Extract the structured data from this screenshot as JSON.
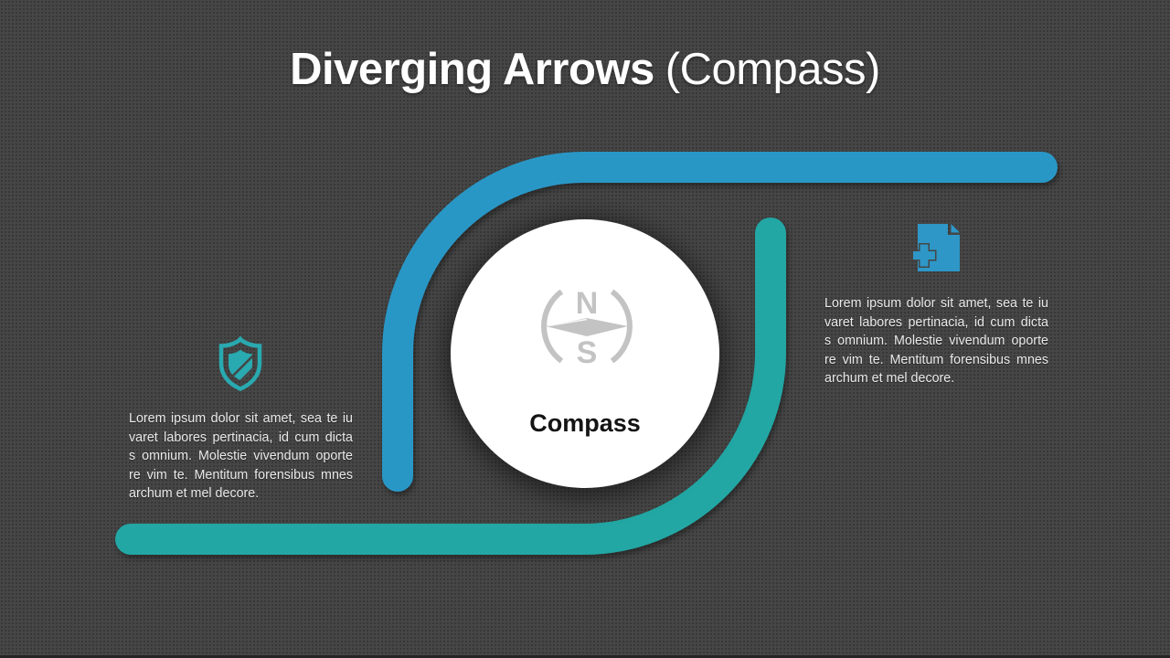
{
  "title": {
    "main": "Diverging Arrows",
    "suffix": "(Compass)"
  },
  "center": {
    "label": "Compass",
    "north": "N",
    "south": "S"
  },
  "features": [
    {
      "icon": "shield-icon",
      "lines": [
        "Lorem ipsum dolor sit amet, sea te iu",
        "varet labores pertinacia, id cum dicta",
        "s omnium. Molestie vivendum oporte",
        "re vim te. Mentitum forensibus mnes",
        "archum et mel decore."
      ]
    },
    {
      "icon": "add-document-icon",
      "lines": [
        "Lorem ipsum dolor sit amet, sea te iu",
        "varet labores pertinacia, id cum dicta",
        "s omnium. Molestie vivendum oporte",
        "re vim te. Mentitum forensibus mnes",
        "archum et mel decore."
      ]
    }
  ],
  "colors": {
    "background": "#464646",
    "arrow_blue": "#2997C6",
    "arrow_teal": "#22A7A4",
    "shield_teal": "#29A9B0",
    "document_blue": "#2E97C7",
    "compass_gray": "#C3C3C3",
    "circle_fill": "#FFFFFF",
    "title_text": "#FFFFFF",
    "body_text": "#EAEAEA",
    "label_text": "#141414"
  }
}
